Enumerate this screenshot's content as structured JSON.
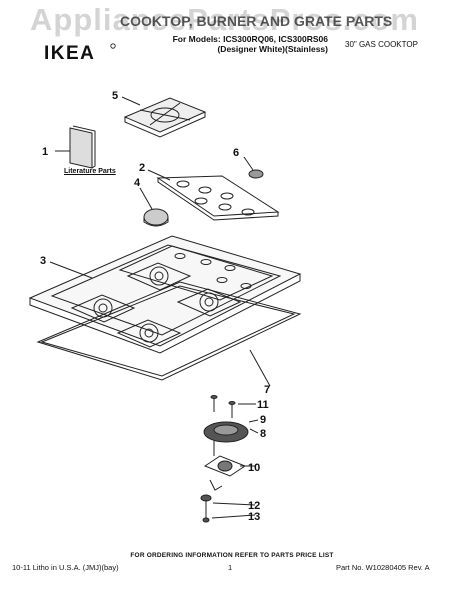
{
  "watermark": "AppliancePartsPros.com",
  "header": {
    "title": "COOKTOP, BURNER AND GRATE PARTS",
    "brand_logo": "IKEA",
    "models_line": "For Models: ICS300RQ06, ICS300RS06",
    "variants_line": "(Designer White)(Stainless)",
    "cooktop_type": "30\" GAS COOKTOP"
  },
  "diagram": {
    "callouts": [
      "1",
      "2",
      "3",
      "4",
      "5",
      "6",
      "7",
      "8",
      "9",
      "10",
      "11",
      "12",
      "13"
    ],
    "literature_label": "Literature Parts"
  },
  "footer": {
    "ordering_note": "FOR ORDERING INFORMATION REFER TO PARTS PRICE LIST",
    "print_info": "10-11 Litho in U.S.A. (JMJ)(bay)",
    "page_number": "1",
    "part_number": "Part No. W10280405 Rev. A"
  }
}
